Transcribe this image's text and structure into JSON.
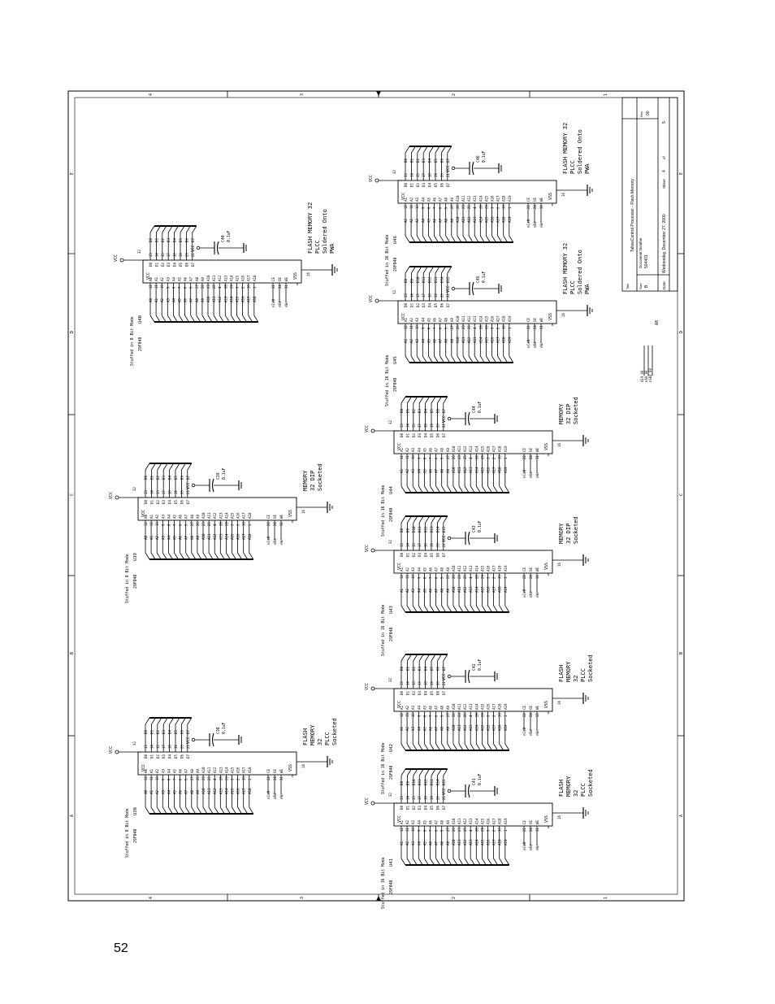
{
  "page": {
    "number": "52"
  },
  "frame": {
    "zone_numbers": [
      "4",
      "3",
      "2",
      "1"
    ],
    "zone_letters": [
      "A",
      "B",
      "C",
      "D",
      "E"
    ]
  },
  "title_block": {
    "title_label": "Title",
    "title": "TallowControl Processor - Flash Memory",
    "size_label": "Size",
    "size": "B",
    "docnum_label": "Document Number",
    "docnum": "504401",
    "rev_label": "Rev",
    "rev": "00",
    "date_label": "Date:",
    "date": "Wednesday, December 27, 2000",
    "sheet_label": "Sheet",
    "sheet": "4",
    "of_label": "of",
    "sheets": "5"
  },
  "pins": {
    "addr8": [
      "A0",
      "A1",
      "A2",
      "A3",
      "A4",
      "A5",
      "A6",
      "A7",
      "A8",
      "A9",
      "A10",
      "A11",
      "A12",
      "A13",
      "A14",
      "A15",
      "A16",
      "A17",
      "A18"
    ],
    "addr16": [
      "A1",
      "A2",
      "A3",
      "A4",
      "A5",
      "A6",
      "A7",
      "A8",
      "A9",
      "A10",
      "A11",
      "A12",
      "A13",
      "A14",
      "A15",
      "A16",
      "A17",
      "A18",
      "A19"
    ],
    "pin_numbers": [
      "12",
      "11",
      "10",
      "9",
      "8",
      "7",
      "6",
      "5",
      "27",
      "26",
      "23",
      "25",
      "4",
      "28",
      "29",
      "3",
      "2",
      "30",
      "1"
    ],
    "data_pins": [
      "D0",
      "D1",
      "D2",
      "D3",
      "D4",
      "D5",
      "D6",
      "D7"
    ],
    "data_nums": [
      "13",
      "14",
      "15",
      "17",
      "18",
      "19",
      "20",
      "21"
    ],
    "data_lo": [
      "D0",
      "D1",
      "D2",
      "D3",
      "D4",
      "D5",
      "D6",
      "D7"
    ],
    "data_hi": [
      "D8",
      "D9",
      "D10",
      "D11",
      "D12",
      "D13",
      "D14",
      "D15"
    ],
    "ctrl": [
      "CE",
      "OE",
      "WE"
    ],
    "ctrl_nums": [
      "22",
      "24",
      "31"
    ],
    "vcc": "VCC",
    "vss": "VSS",
    "vcc_pin": "32",
    "vss_pin": "16"
  },
  "ctrl_nets": [
    "nCs0",
    "nRd",
    "nWr"
  ],
  "misc_nets": [
    "A0",
    "A19_00",
    "nA0_00",
    "nSBI_00"
  ],
  "chips": [
    {
      "id": "U38",
      "part": "29F040",
      "mode": "Stuffed in 8 Bit Mode",
      "bus": "lo",
      "cap": "C38",
      "cap_val": "0.1uF",
      "desc": [
        "FLASH",
        "MEMORY",
        "32",
        "PLCC",
        "Socketed"
      ]
    },
    {
      "id": "U39",
      "part": "29F040",
      "mode": "Stuffed in 8 Bit Mode",
      "bus": "lo",
      "cap": "C39",
      "cap_val": "0.1uF",
      "desc": [
        "MEMORY",
        "32 DIP",
        "Socketed"
      ]
    },
    {
      "id": "U40",
      "part": "29F040",
      "mode": "Stuffed in 8 Bit Mode",
      "bus": "lo",
      "cap": "C40",
      "cap_val": "0.1uF",
      "desc": [
        "FLASH MEMORY 32",
        "PLCC",
        "Soldered Onto",
        "PWA"
      ]
    },
    {
      "id": "U41",
      "part": "29F040",
      "mode": "Stuffed in 16 Bit Mode",
      "bus": "hi",
      "cap": "C41",
      "cap_val": "0.1uF",
      "desc": [
        "FLASH",
        "MEMORY",
        "32",
        "PLCC",
        "Socketed"
      ]
    },
    {
      "id": "U42",
      "part": "29F040",
      "mode": "Stuffed in 16 Bit Mode",
      "bus": "lo",
      "cap": "C42",
      "cap_val": "0.1uF",
      "desc": [
        "FLASH",
        "MEMORY",
        "32",
        "PLCC",
        "Socketed"
      ]
    },
    {
      "id": "U43",
      "part": "29F040",
      "mode": "Stuffed in 16 Bit Mode",
      "bus": "hi",
      "cap": "C43",
      "cap_val": "0.1uF",
      "desc": [
        "MEMORY",
        "32 DIP",
        "Socketed"
      ]
    },
    {
      "id": "U44",
      "part": "29F040",
      "mode": "Stuffed in 16 Bit Mode",
      "bus": "lo",
      "cap": "C44",
      "cap_val": "0.1uF",
      "desc": [
        "MEMORY",
        "32 DIP",
        "Socketed"
      ]
    },
    {
      "id": "U45",
      "part": "29F040",
      "mode": "Stuffed in 16 Bit Mode",
      "bus": "hi",
      "cap": "C45",
      "cap_val": "0.1uF",
      "desc": [
        "FLASH MEMORY 32",
        "PLCC",
        "Soldered Onto",
        "PWA"
      ]
    },
    {
      "id": "U46",
      "part": "29F040",
      "mode": "Stuffed in 16 Bit Mode",
      "bus": "lo",
      "cap": "C46",
      "cap_val": "0.1uF",
      "desc": [
        "FLASH MEMORY 32",
        "PLCC",
        "Soldered Onto",
        "PWA"
      ]
    }
  ]
}
